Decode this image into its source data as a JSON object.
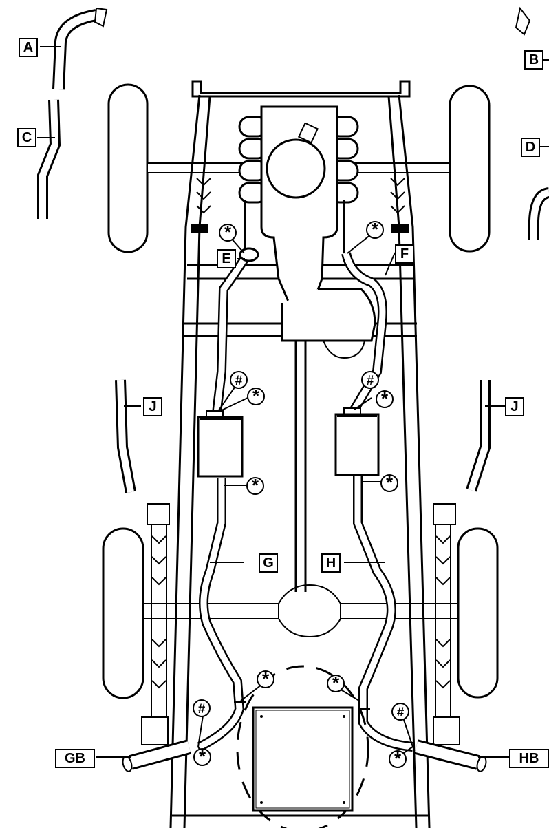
{
  "labels": {
    "A": "A",
    "B": "B",
    "C": "C",
    "D": "D",
    "E": "E",
    "F": "F",
    "G": "G",
    "H": "H",
    "J": "J",
    "GB": "GB",
    "HB": "HB"
  },
  "symbols": {
    "star": "*",
    "hash": "#"
  },
  "colors": {
    "line": "#000000",
    "background": "#ffffff"
  }
}
